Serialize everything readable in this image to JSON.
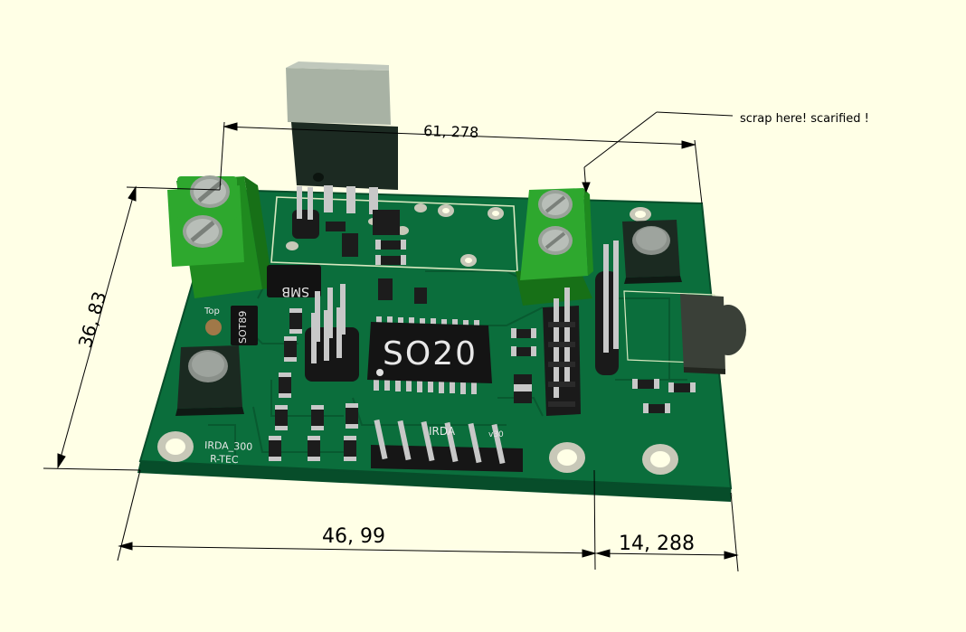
{
  "dimensions": {
    "top_width": "61, 278",
    "height": "36, 83",
    "bottom_left": "46, 99",
    "bottom_right": "14, 288"
  },
  "annotation": "scrap here! scarified !",
  "silkscreen": {
    "ic_label": "SO20",
    "diode_label": "SMB",
    "transistor_label": "SOT89",
    "top_label": "Top",
    "board_name": "IRDA_300",
    "company": "R-TEC",
    "header_label": "IRDA",
    "version": "v30"
  },
  "colors": {
    "background": "#ffffe6",
    "pcb": "#0b6e3c",
    "terminal_block": "#2ea82e",
    "silkscreen": "#d8e8c0"
  }
}
